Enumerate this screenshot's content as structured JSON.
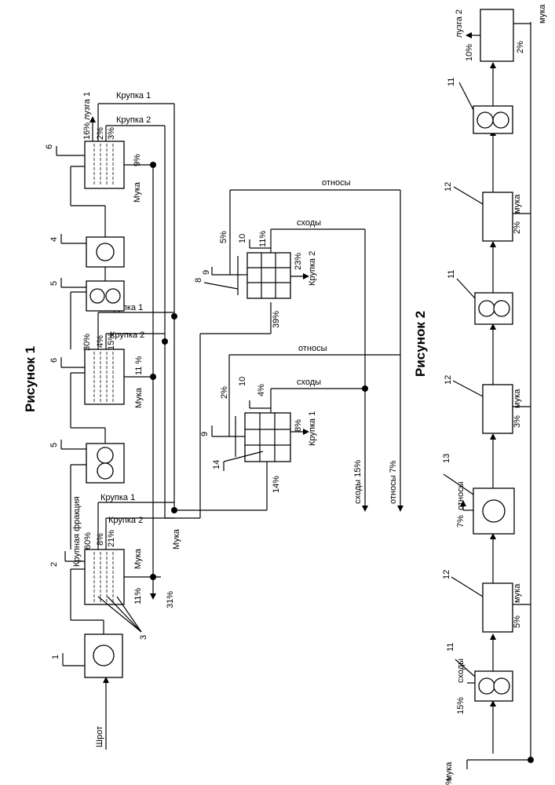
{
  "figure_titles": {
    "fig1": "Рисунок 1",
    "fig2": "Рисунок 2"
  },
  "fig1": {
    "input_label": "Шрот",
    "numbers": {
      "n1": "1",
      "n2": "2",
      "n3": "3",
      "n4": "4",
      "n5a": "5",
      "n5b": "5",
      "n6a": "6",
      "n6b": "6",
      "n8": "8",
      "n9a": "9",
      "n9b": "9",
      "n10a": "10",
      "n10b": "10",
      "n14": "14"
    },
    "sifter2": {
      "coarse": "Крупная фракция",
      "p60": "60%",
      "p8": "8%",
      "p21": "21%",
      "p11": "11%",
      "flour": "Мука",
      "flour_out": "Мука",
      "p31": "31%",
      "krupka1": "Крупка 1",
      "krupka2": "Крупка 2"
    },
    "sifter6b": {
      "p30": "30%",
      "p4": "4%",
      "p15": "15%",
      "flour": "Мука",
      "p11": "11 %",
      "krupka1": "Крупка 1",
      "krupka2": "Крупка 2"
    },
    "sifter6a": {
      "lusga1": "16% лузга 1",
      "p2": "2%",
      "p3": "3%",
      "flour": "Мука",
      "p9": "9%",
      "krupka1": "Крупка 1",
      "krupka2": "Крупка 2"
    },
    "purifier1": {
      "otnosy": "относы",
      "p2": "2%",
      "shody": "сходы",
      "p4": "4%",
      "p8": "8%",
      "krupka": "Крупка 1",
      "p14": "14%",
      "shody15": "сходы 15%",
      "otnosy7": "относы 7%"
    },
    "purifier2": {
      "otnosy": "относы",
      "p5": "5%",
      "shody": "сходы",
      "p11": "11%",
      "p23": "23%",
      "krupka": "Крупка 2",
      "p39": "39%"
    }
  },
  "fig2": {
    "numbers": {
      "n11a": "11",
      "n11b": "11",
      "n11c": "11",
      "n12a": "12",
      "n12b": "12",
      "n12c": "12",
      "n13": "13"
    },
    "labels": {
      "lusga2": "лузга 2",
      "p10": "10%",
      "muka_top": "мука",
      "p2_top": "2%",
      "muka12c": "мука",
      "p2_12c": "2%",
      "muka12b": "мука",
      "p3_12b": "3%",
      "otnosy": "относы",
      "p7": "7%",
      "muka12a": "мука",
      "p5_12a": "5%",
      "shody": "сходы",
      "p15": "15%",
      "muka_out": "мука",
      "pct_out": "%"
    }
  }
}
